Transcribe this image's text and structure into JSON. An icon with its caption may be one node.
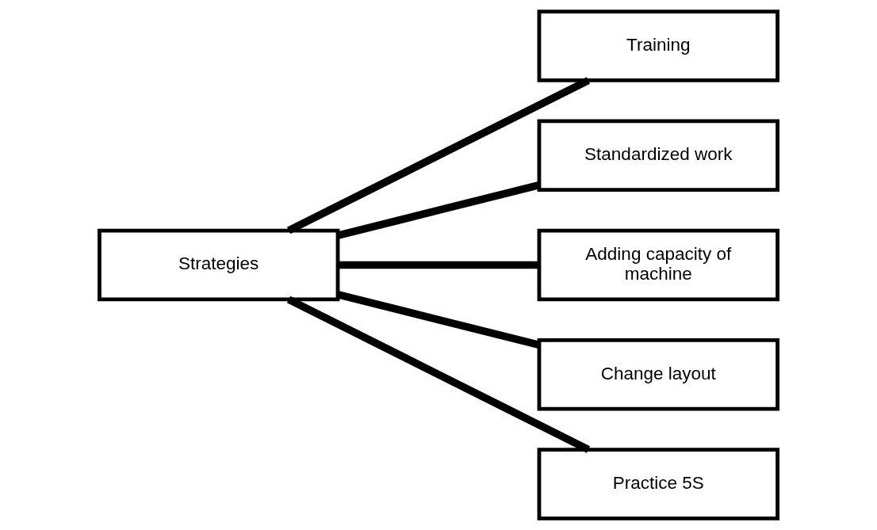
{
  "diagram": {
    "nodes": [
      {
        "text": [
          "Strategies"
        ]
      },
      {
        "text": [
          "Training"
        ]
      },
      {
        "text": [
          "Standardized work"
        ]
      },
      {
        "text": [
          "Adding capacity of machine"
        ]
      },
      {
        "text": [
          "Change layout"
        ]
      },
      {
        "text": [
          "Practice 5S"
        ]
      }
    ],
    "edges": [
      {
        "from": 0,
        "to": 1,
        "arrow": "none"
      },
      {
        "from": 0,
        "to": 2,
        "arrow": "none"
      },
      {
        "from": 0,
        "to": 3,
        "arrow": "none"
      },
      {
        "from": 0,
        "to": 4,
        "arrow": "none"
      },
      {
        "from": 0,
        "to": 5,
        "arrow": "none"
      }
    ]
  }
}
